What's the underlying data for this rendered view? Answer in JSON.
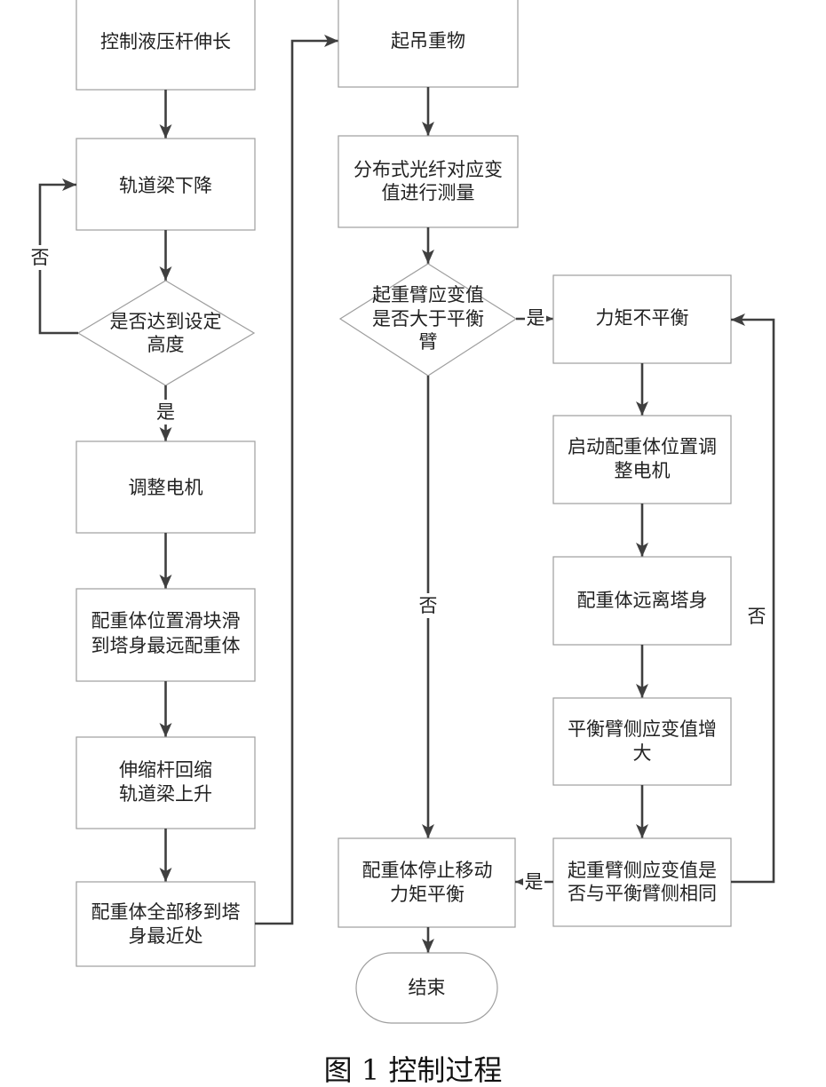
{
  "flowchart": {
    "nodes": {
      "extend_rod": {
        "lines": [
          "控制液压杆伸长"
        ]
      },
      "track_beam_down": {
        "lines": [
          "轨道梁下降"
        ]
      },
      "height_check": {
        "lines": [
          "是否达到设定",
          "高度"
        ]
      },
      "adjust_motor": {
        "lines": [
          "调整电机"
        ]
      },
      "slider_far": {
        "lines": [
          "配重体位置滑块滑",
          "到塔身最远配重体"
        ]
      },
      "retract_rise": {
        "lines": [
          "伸缩杆回缩",
          "轨道梁上升"
        ]
      },
      "move_nearest": {
        "lines": [
          "配重体全部移到塔",
          "身最近处"
        ]
      },
      "lift_load": {
        "lines": [
          "起吊重物"
        ]
      },
      "fiber_measure": {
        "lines": [
          "分布式光纤对应变",
          "值进行测量"
        ]
      },
      "strain_compare": {
        "lines": [
          "起重臂应变值",
          "是否大于平衡",
          "臂"
        ]
      },
      "moment_unbalanced": {
        "lines": [
          "力矩不平衡"
        ]
      },
      "start_motor": {
        "lines": [
          "启动配重体位置调",
          "整电机"
        ]
      },
      "move_away": {
        "lines": [
          "配重体远离塔身"
        ]
      },
      "strain_increase": {
        "lines": [
          "平衡臂侧应变值增",
          "大"
        ]
      },
      "strain_equal": {
        "lines": [
          "起重臂侧应变值是",
          "否与平衡臂侧相同"
        ]
      },
      "stop_balanced": {
        "lines": [
          "配重体停止移动",
          "力矩平衡"
        ]
      },
      "end": {
        "lines": [
          "结束"
        ]
      }
    },
    "edge_labels": {
      "height_no": "否",
      "height_yes": "是",
      "compare_yes": "是",
      "compare_no": "否",
      "equal_no": "否",
      "equal_yes": "是"
    }
  },
  "caption": "图 1 控制过程",
  "colors": {
    "box_stroke": "#9e9e9e",
    "arrow": "#3f3f3f",
    "text": "#222222",
    "background": "#ffffff"
  }
}
